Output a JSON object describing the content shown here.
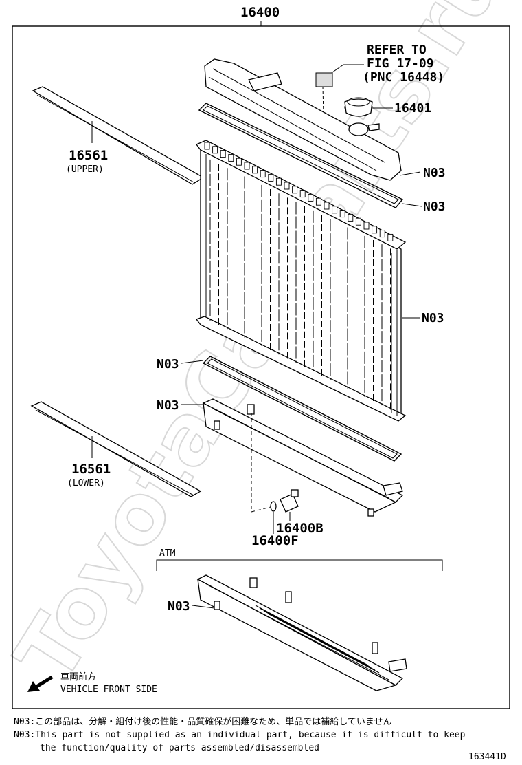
{
  "header": {
    "assembly_number": "16400"
  },
  "watermark": {
    "text": "ToyotaCarParts.ru"
  },
  "refer": {
    "line1": "REFER TO",
    "line2": "FIG 17-09",
    "line3": "(PNC 16448)"
  },
  "parts": {
    "cap": "16401",
    "upper_seal": {
      "number": "16561",
      "qualifier": "(UPPER)"
    },
    "lower_seal": {
      "number": "16561",
      "qualifier": "(LOWER)"
    },
    "drain_cock": "16400B",
    "drain_oring": "16400F",
    "n03": "N03"
  },
  "atm": {
    "label": "ATM"
  },
  "direction": {
    "jp": "車両前方",
    "en": "VEHICLE FRONT SIDE"
  },
  "notes": {
    "jp": "N03:この部品は、分解・組付け後の性能・品質確保が困難なため、単品では補給していません",
    "en_line1": "N03:This part is not supplied as an individual part, because it is difficult to keep",
    "en_line2": "the function/quality of parts assembled/disassembled"
  },
  "figure_id": "163441D"
}
